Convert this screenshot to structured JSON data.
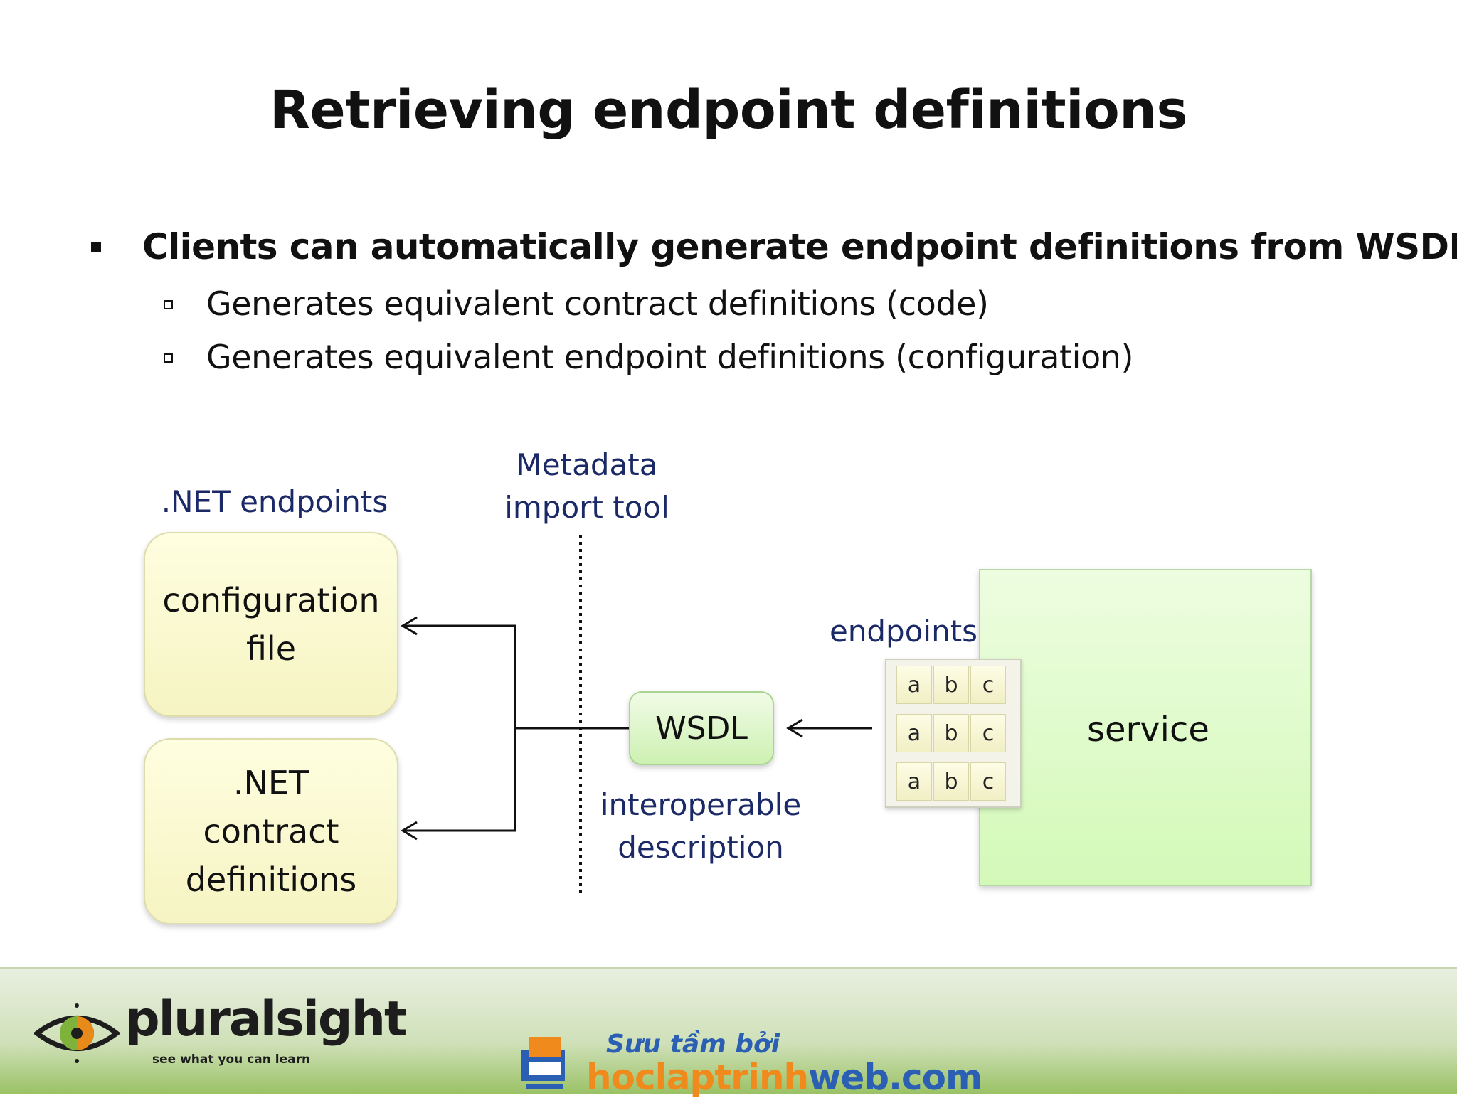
{
  "title": "Retrieving endpoint definitions",
  "bullet": {
    "main": "Clients can automatically generate endpoint definitions from WSDL",
    "subs": [
      "Generates equivalent contract definitions (code)",
      "Generates equivalent endpoint definitions (configuration)"
    ]
  },
  "diagram": {
    "net_endpoints_label": ".NET endpoints",
    "metadata_tool_label": [
      "Metadata",
      "import tool"
    ],
    "config_box": [
      "configuration",
      "file"
    ],
    "contract_box": [
      ".NET",
      "contract",
      "definitions"
    ],
    "wsdl_label": "WSDL",
    "interop_label": [
      "interoperable",
      "description"
    ],
    "endpoints_label": "endpoints",
    "service_label": "service",
    "abc": [
      "a",
      "b",
      "c"
    ]
  },
  "footer": {
    "brand": "pluralsight",
    "tagline": "see what you can learn",
    "source_prefix": "Sưu tầm bởi",
    "source_url_a": "hoclaptrinh",
    "source_url_b": "web.com"
  },
  "colors": {
    "label_blue": "#1b2a66",
    "yellow_box": "#f6f4c2",
    "green_box": "#d3f9b8",
    "footer_green": "#9bc266",
    "brand_orange": "#f08a1c",
    "brand_blue": "#2b5fb3"
  }
}
